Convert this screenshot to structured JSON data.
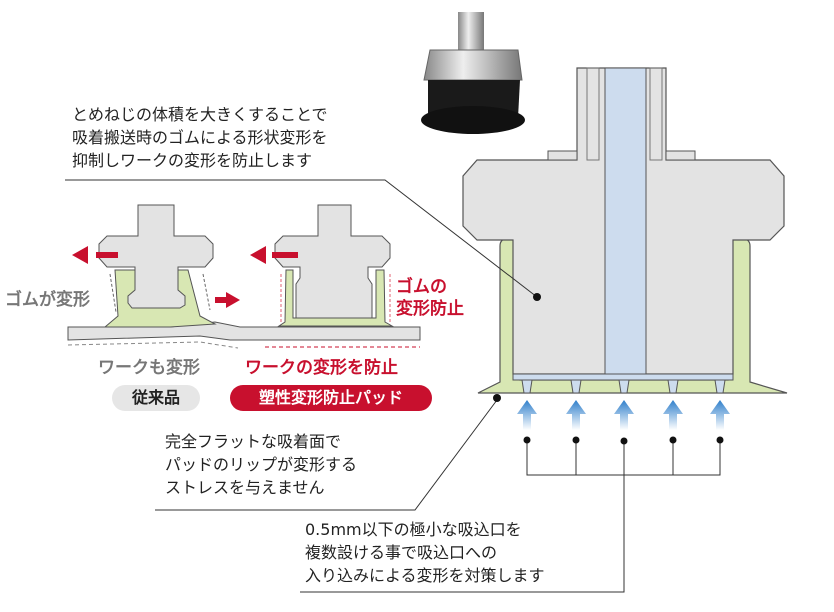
{
  "callouts": {
    "top": [
      "とめねじの体積を大きくすることで",
      "吸着搬送時のゴムによる形状変形を",
      "抑制しワークの変形を防止します"
    ],
    "middle": [
      "完全フラットな吸着面で",
      "パッドのリップが変形する",
      "ストレスを与えません"
    ],
    "bottom": [
      "0.5mm以下の極小な吸込口を",
      "複数設ける事で吸込口への",
      "入り込みによる変形を対策します"
    ]
  },
  "comparison": {
    "conventional": {
      "rubber_label": "ゴムが変形",
      "work_label": "ワークも変形",
      "badge": "従来品"
    },
    "new": {
      "rubber_label_1": "ゴムの",
      "rubber_label_2": "変形防止",
      "work_label": "ワークの変形を防止",
      "badge": "塑性変形防止パッド"
    }
  },
  "colors": {
    "accent_red": "#c8102e",
    "rubber_green": "#d8e7b3",
    "body_gray": "#e3e3e3",
    "channel_blue": "#cddcee",
    "arrow_blue": "#2f7fcb"
  }
}
